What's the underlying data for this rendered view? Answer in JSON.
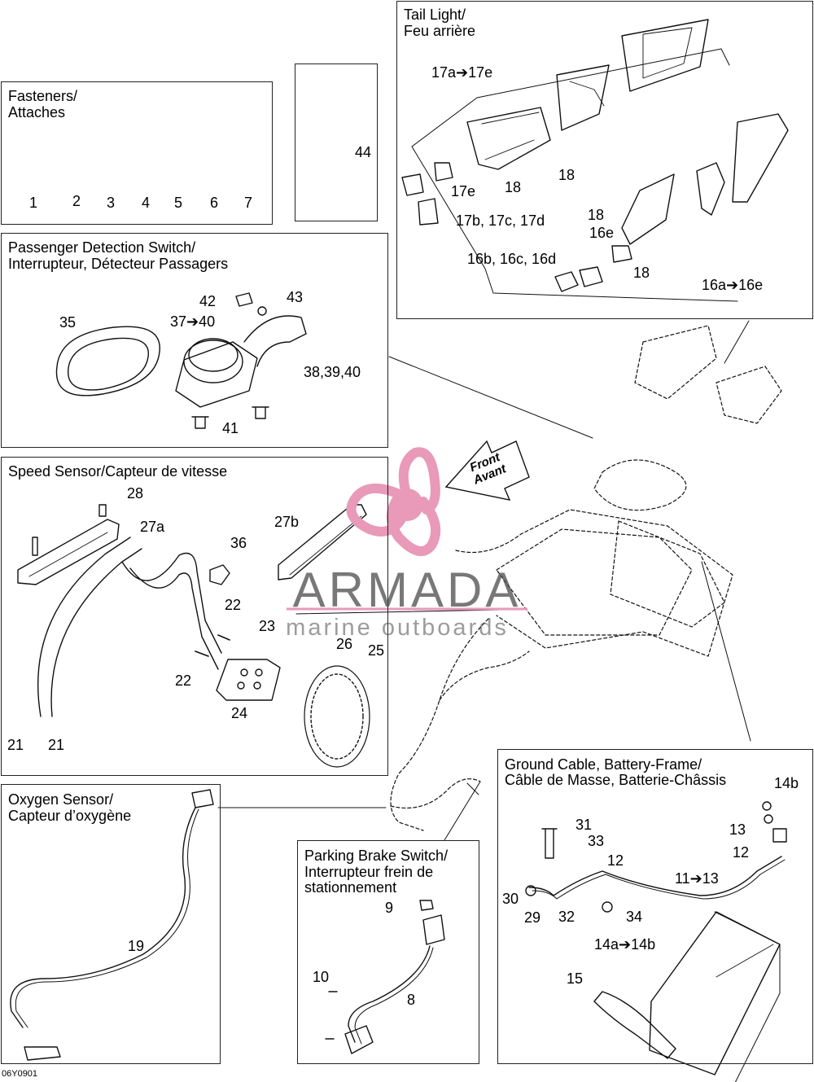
{
  "figure_code": "06Y0901",
  "watermark": {
    "name": "ARMADA",
    "sub": "marine outboards",
    "logo_color": "#e89ab8"
  },
  "front_arrow": {
    "line1": "Front",
    "line2": "Avant"
  },
  "sections": {
    "fasteners": {
      "title1": "Fasteners/",
      "title2": "Attaches",
      "labels": [
        "1",
        "2",
        "3",
        "4",
        "5",
        "6",
        "7"
      ]
    },
    "sealant": {
      "label": "44"
    },
    "tail_light": {
      "title1": "Tail Light/",
      "title2": "Feu arrière",
      "l_17a_17e": "17a➔17e",
      "l_18a": "18",
      "l_18b": "18",
      "l_18c": "18",
      "l_18d": "18",
      "l_17e": "17e",
      "l_17b": "17b, 17c, 17d",
      "l_16e": "16e",
      "l_16b": "16b, 16c, 16d",
      "l_16a_16e": "16a➔16e"
    },
    "passenger": {
      "title1": "Passenger Detection Switch/",
      "title2": "Interrupteur, Détecteur Passagers",
      "l_35": "35",
      "l_37_40": "37➔40",
      "l_42": "42",
      "l_43": "43",
      "l_38_39_40": "38,39,40",
      "l_41": "41"
    },
    "speed": {
      "title": "Speed Sensor/Capteur de vitesse",
      "l_28": "28",
      "l_27a": "27a",
      "l_27b": "27b",
      "l_36": "36",
      "l_22a": "22",
      "l_22b": "22",
      "l_23": "23",
      "l_26": "26",
      "l_25": "25",
      "l_24": "24",
      "l_21a": "21",
      "l_21b": "21"
    },
    "oxygen": {
      "title1": "Oxygen Sensor/",
      "title2": "Capteur d’oxygène",
      "l_19": "19"
    },
    "parking": {
      "title1": "Parking Brake Switch/",
      "title2": "Interrupteur frein de",
      "title3": "stationnement",
      "l_9": "9",
      "l_8": "8",
      "l_10": "10"
    },
    "ground": {
      "title1": "Ground Cable, Battery-Frame/",
      "title2": "Câble de Masse, Batterie-Châssis",
      "l_14b": "14b",
      "l_31": "31",
      "l_33": "33",
      "l_13a": "13",
      "l_12a": "12",
      "l_12b": "12",
      "l_11_13": "11➔13",
      "l_30": "30",
      "l_29": "29",
      "l_32": "32",
      "l_34": "34",
      "l_14a_14b": "14a➔14b",
      "l_15": "15"
    }
  }
}
